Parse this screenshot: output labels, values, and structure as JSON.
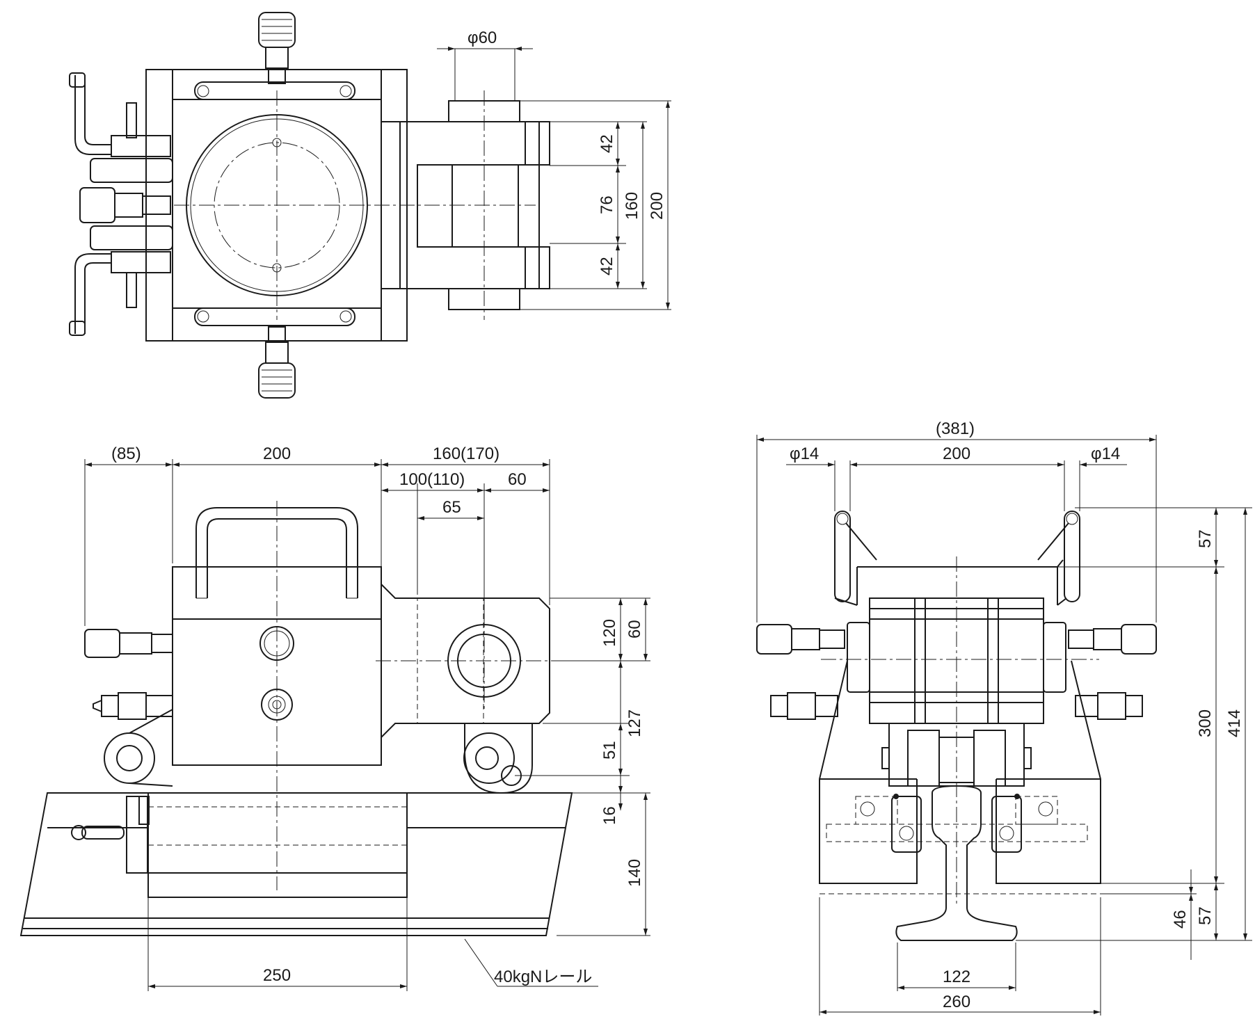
{
  "top_view": {
    "dims": {
      "phi60": "φ60",
      "d42_top": "42",
      "d76": "76",
      "d42_bottom": "42",
      "d160": "160",
      "d200": "200"
    }
  },
  "side_view": {
    "dims": {
      "d85": "(85)",
      "d200": "200",
      "d160_170": "160(170)",
      "d100_110": "100(110)",
      "d60_top": "60",
      "d65": "65",
      "d120": "120",
      "d60_right": "60",
      "d127": "127",
      "d51": "51",
      "d16": "16",
      "d140": "140",
      "d250": "250"
    },
    "rail_label": "40kgNレール"
  },
  "front_view": {
    "dims": {
      "d381": "(381)",
      "phi14_left": "φ14",
      "d200": "200",
      "phi14_right": "φ14",
      "d57_top": "57",
      "d300": "300",
      "d414": "414",
      "d46": "46",
      "d57_bottom": "57",
      "d122": "122",
      "d260": "260"
    }
  }
}
